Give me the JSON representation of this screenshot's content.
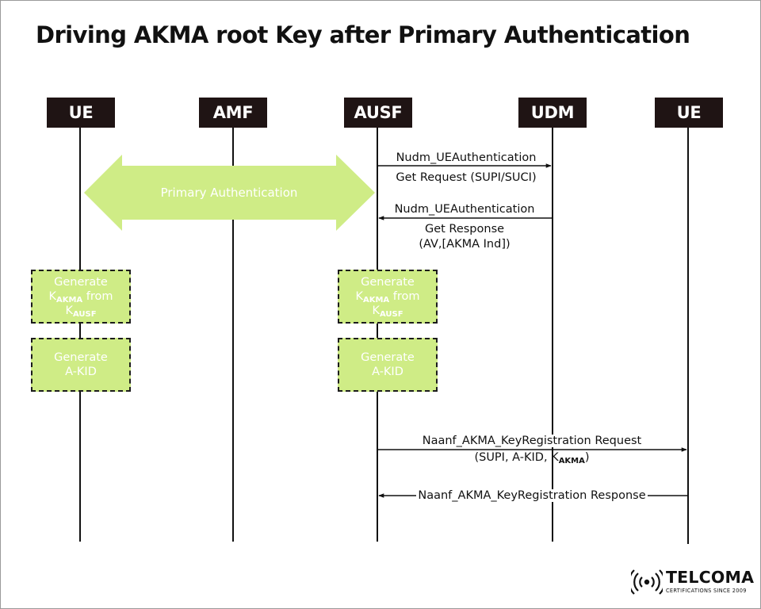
{
  "title": "Driving AKMA root Key after Primary Authentication",
  "entities": [
    "UE",
    "AMF",
    "AUSF",
    "UDM",
    "UE"
  ],
  "primary_auth_label": "Primary Authentication",
  "ue_box_keys": {
    "generate": "Generate",
    "k": "K",
    "akma_sub": "AKMA",
    "from": "from",
    "ausf_sub": "AUSF"
  },
  "ue_box_akid": {
    "line1": "Generate",
    "line2": "A-KID"
  },
  "ausf_box_keys": {
    "generate": "Generate",
    "k": "K",
    "akma_sub": "AKMA",
    "from": "from",
    "ausf_sub": "AUSF"
  },
  "ausf_box_akid": {
    "line1": "Generate",
    "line2": "A-KID"
  },
  "messages": {
    "get_request": {
      "line1": "Nudm_UEAuthentication",
      "line2": "Get Request (SUPI/SUCI)"
    },
    "get_response": {
      "line1": "Nudm_UEAuthentication",
      "line2": "Get Response",
      "line3": "(AV,[AKMA Ind])"
    },
    "key_reg_request": {
      "line1": "Naanf_AKMA_KeyRegistration Request",
      "line2_prefix": "(SUPI, A-KID, K",
      "line2_sub": "AKMA",
      "line2_suffix": ")"
    },
    "key_reg_response": {
      "line1": "Naanf_AKMA_KeyRegistration Response"
    }
  },
  "logo": {
    "word": "TELCOMA",
    "tagline": "CERTIFICATIONS SINCE 2009"
  },
  "colors": {
    "entity_bg": "#1f1414",
    "accent_green": "#cfec86"
  }
}
